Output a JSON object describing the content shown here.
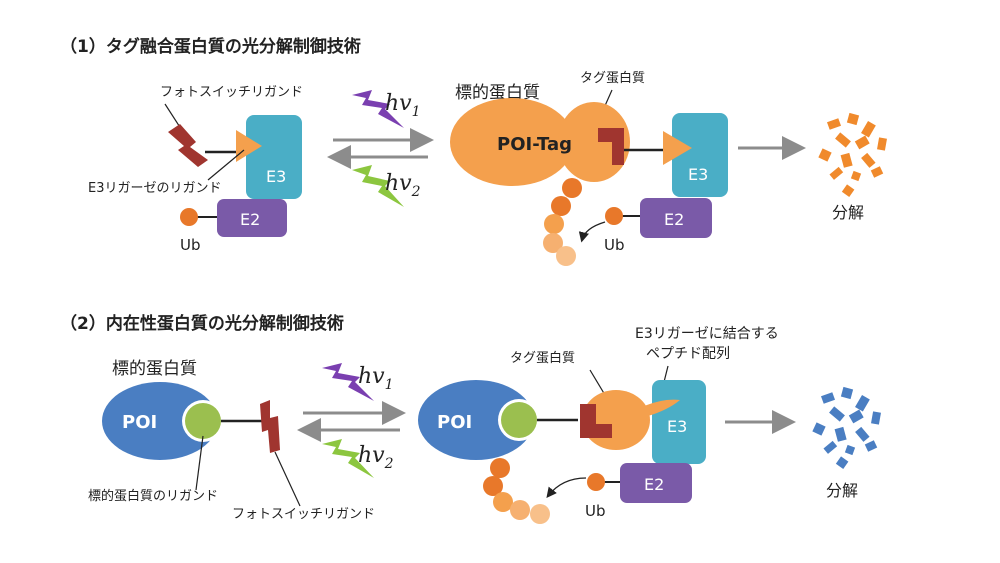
{
  "section1": {
    "title": "（1）タグ融合蛋白質の光分解制御技術",
    "photoswitch_label": "フォトスイッチリガンド",
    "e3_ligand_label": "E3リガーゼのリガンド",
    "target_label": "標的蛋白質",
    "tag_label": "タグ蛋白質",
    "poi_tag": "POI-Tag",
    "degradation": "分解",
    "fragment_color": "#f08a2c"
  },
  "section2": {
    "title": "（2）内在性蛋白質の光分解制御技術",
    "target_label": "標的蛋白質",
    "poi": "POI",
    "poi_ligand_label": "標的蛋白質のリガンド",
    "photoswitch_label": "フォトスイッチリガンド",
    "tag_label": "タグ蛋白質",
    "peptide_label_1": "E3リガーゼに結合する",
    "peptide_label_2": "ペプチド配列",
    "degradation": "分解",
    "fragment_color": "#4a7ec2"
  },
  "common": {
    "e3": "E3",
    "e2": "E2",
    "ub": "Ub",
    "hv": "hv",
    "sub1": "1",
    "sub2": "2",
    "colors": {
      "orange": "#f4a04d",
      "e3_teal": "#4aaec6",
      "e2_purple": "#7a5aa8",
      "poi_blue": "#4a7ec2",
      "ligand_green": "#9bbf4f",
      "photoswitch_red": "#a0352f",
      "ub_orange": "#e8782a",
      "lightning_purple": "#7a3fb0",
      "lightning_green": "#8cc63f",
      "arrow_gray": "#8c8c8c"
    }
  }
}
